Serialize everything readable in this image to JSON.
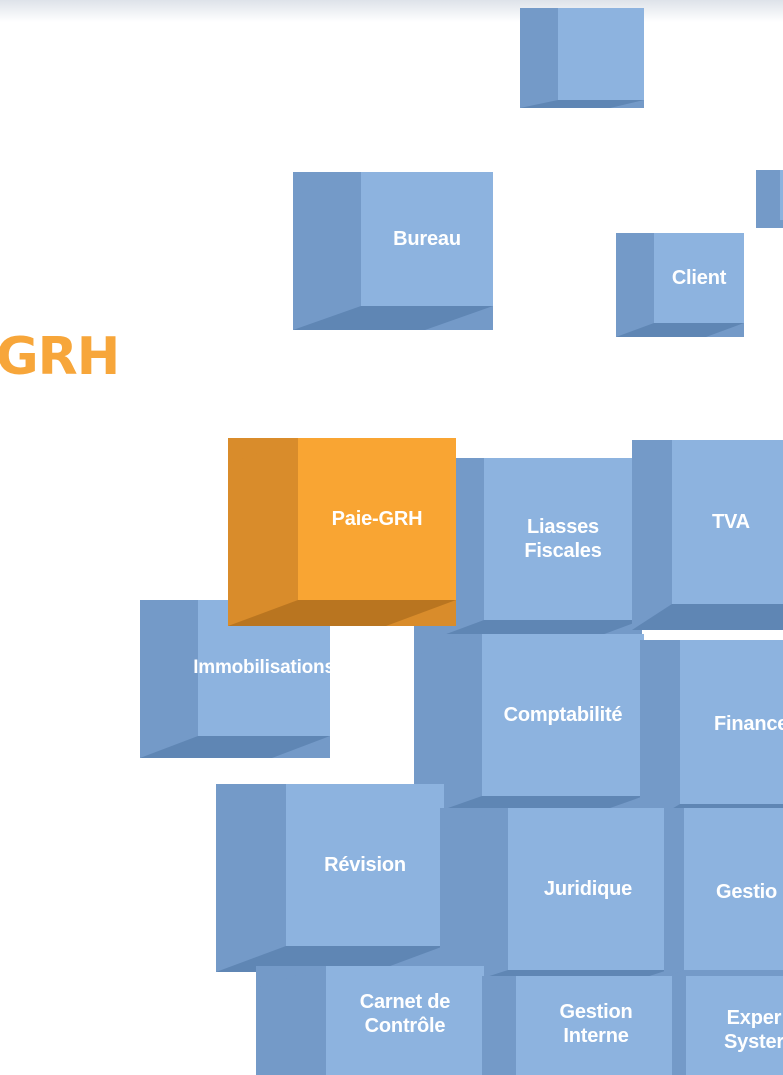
{
  "heading": {
    "text": "GRH"
  },
  "colors": {
    "accent_orange": "#f9a533",
    "cube_blue": "#8db3df",
    "cube_blue_side": "#749ac8",
    "cube_blue_bottom": "#5f86b4",
    "heading_orange": "#f7a63a"
  },
  "cubes": {
    "bureau": {
      "label": "Bureau"
    },
    "client": {
      "label": "Client"
    },
    "paie_grh": {
      "label": "Paie-GRH"
    },
    "liasses_fiscales": {
      "label": "Liasses\nFiscales"
    },
    "tva": {
      "label": "TVA"
    },
    "immobilisations": {
      "label": "Immobilisations"
    },
    "comptabilite": {
      "label": "Comptabilité"
    },
    "finance": {
      "label": "Finance"
    },
    "revision": {
      "label": "Révision"
    },
    "juridique": {
      "label": "Juridique"
    },
    "gestion": {
      "label": "Gestio"
    },
    "carnet_de_controle": {
      "label": "Carnet de\nContrôle"
    },
    "gestion_interne": {
      "label": "Gestion\nInterne"
    },
    "expert_system": {
      "label": "Exper\nSyster"
    }
  }
}
